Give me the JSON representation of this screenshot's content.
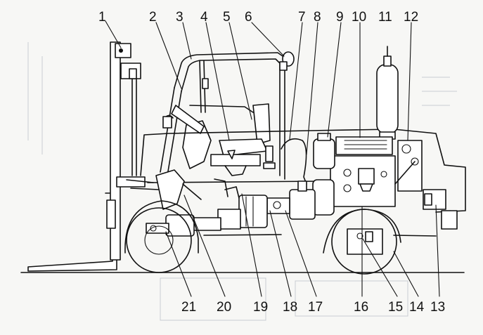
{
  "diagram": {
    "callouts": [
      "1",
      "2",
      "3",
      "4",
      "5",
      "6",
      "7",
      "8",
      "9",
      "10",
      "11",
      "12",
      "13",
      "14",
      "15",
      "16",
      "17",
      "18",
      "19",
      "20",
      "21"
    ]
  },
  "colors": {
    "ink": "#111111",
    "paper": "#f7f7f5",
    "bleed": "#c8ccd2"
  }
}
